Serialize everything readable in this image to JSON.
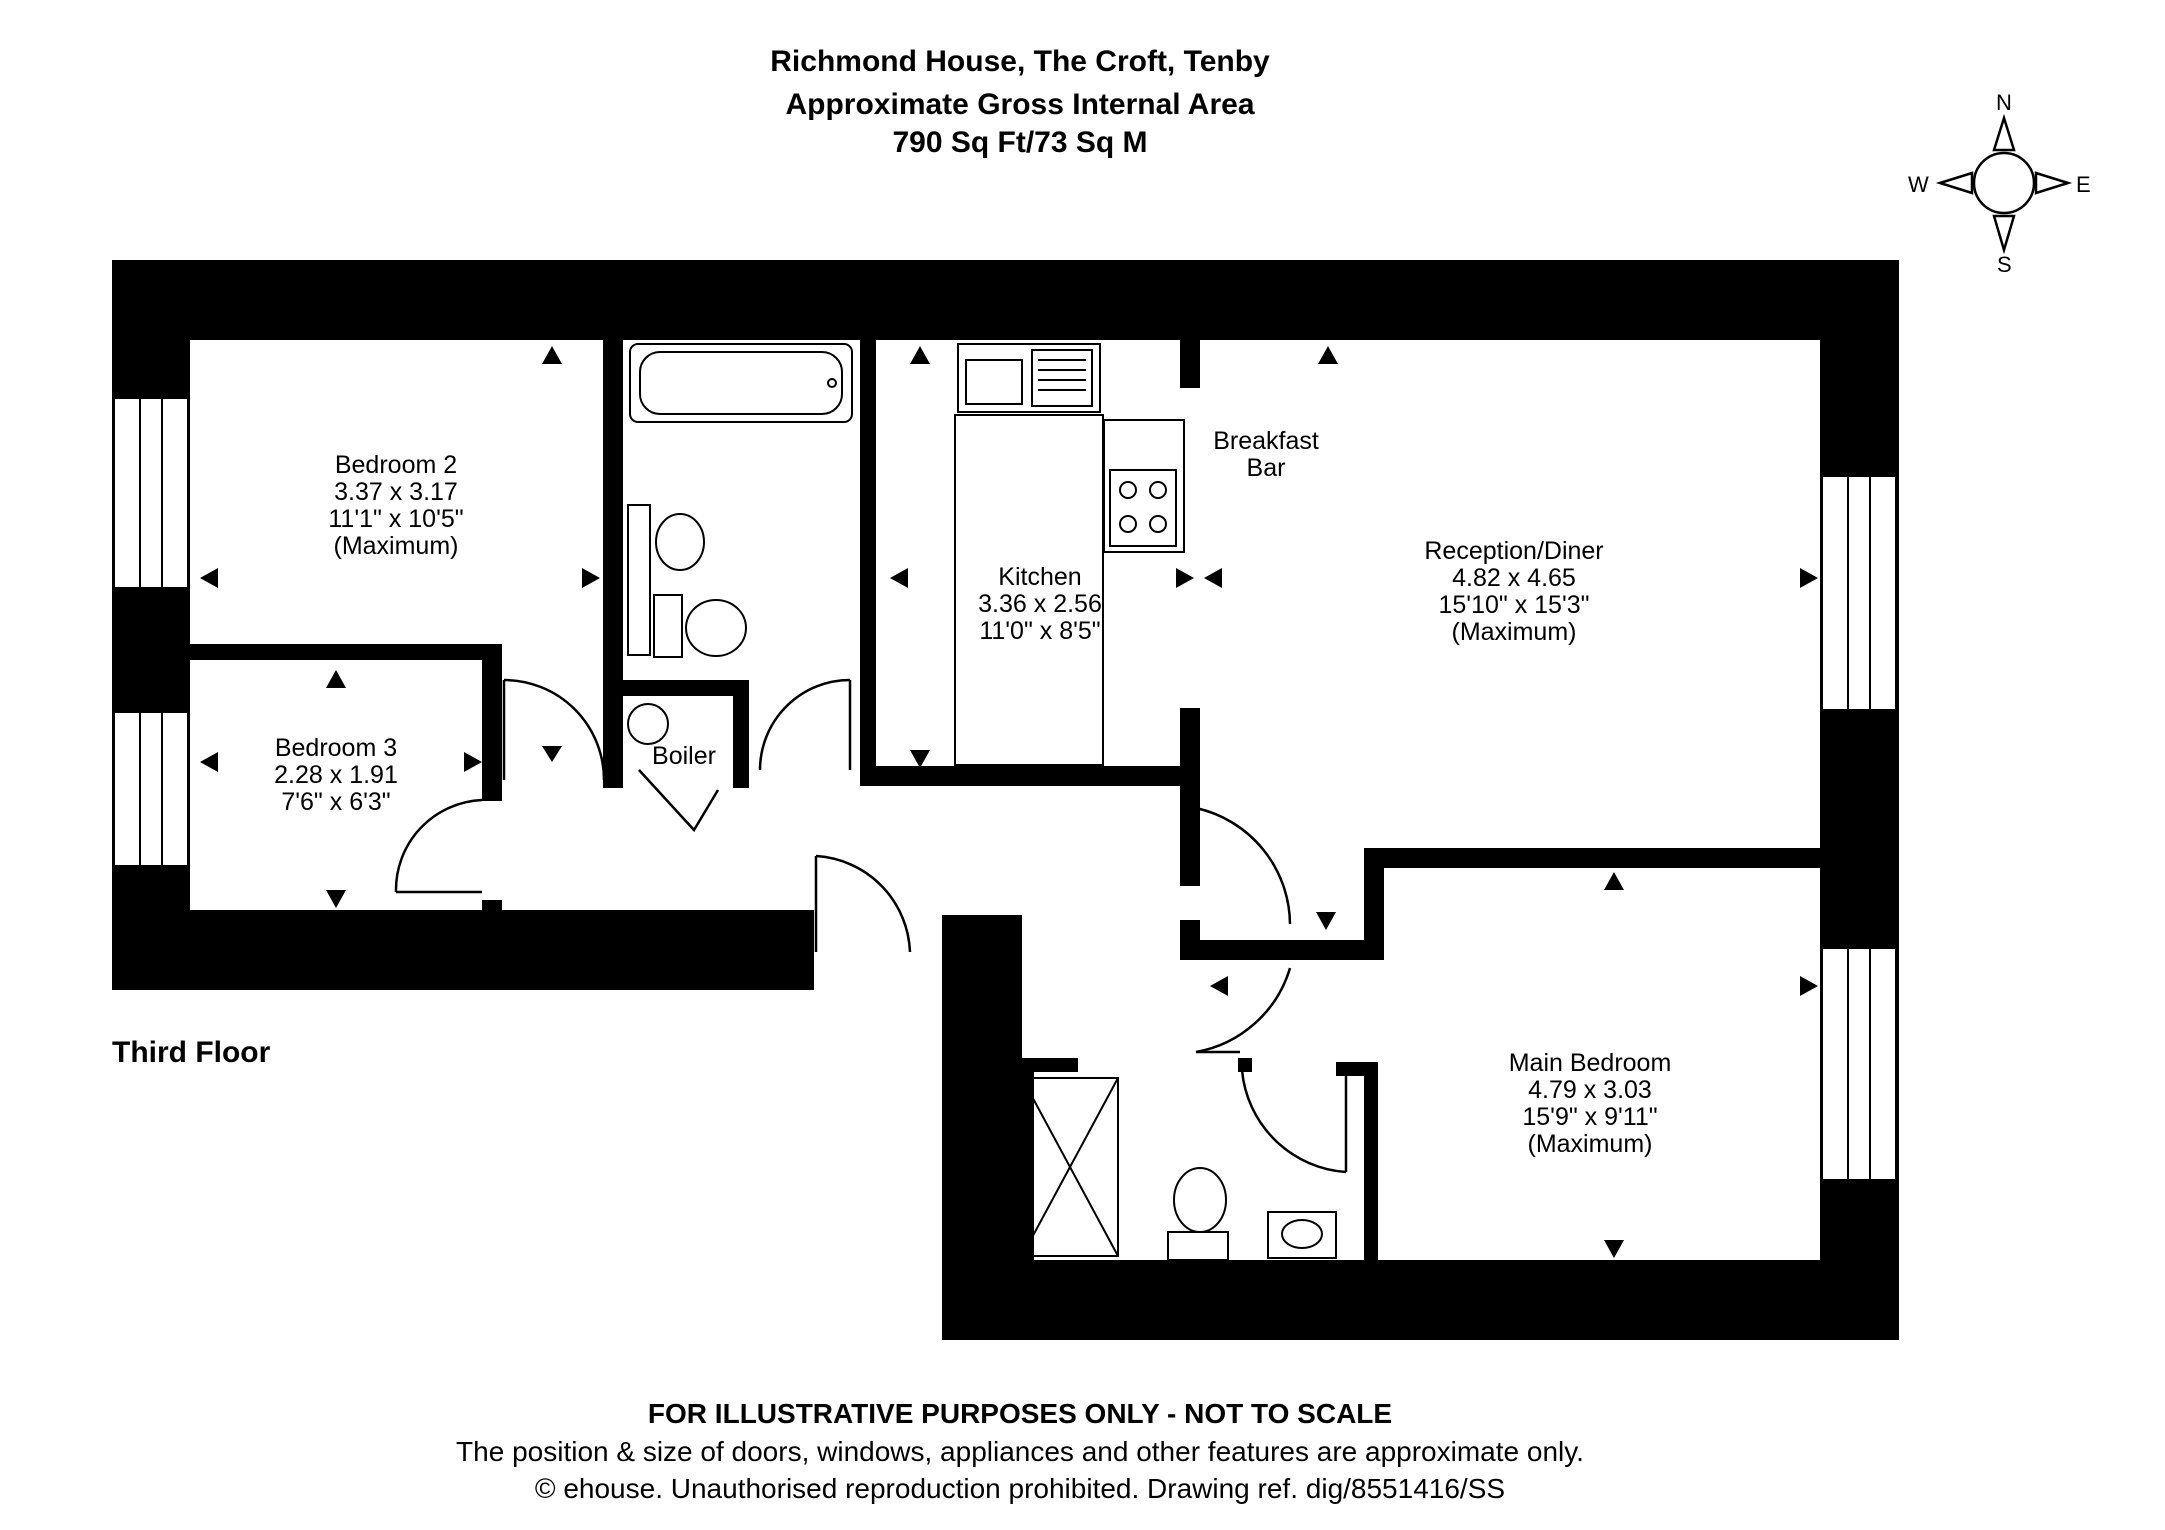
{
  "header": {
    "line1": "Richmond House, The Croft, Tenby",
    "line2": "Approximate Gross Internal Area",
    "line3": "790 Sq Ft/73 Sq M"
  },
  "compass": {
    "n": "N",
    "s": "S",
    "e": "E",
    "w": "W"
  },
  "rooms": {
    "bedroom2": {
      "name": "Bedroom 2",
      "metric": "3.37 x 3.17",
      "imperial": "11'1\" x 10'5\"",
      "note": "(Maximum)"
    },
    "bedroom3": {
      "name": "Bedroom 3",
      "metric": "2.28 x 1.91",
      "imperial": "7'6\" x 6'3\""
    },
    "kitchen": {
      "name": "Kitchen",
      "metric": "3.36 x 2.56",
      "imperial": "11'0\" x 8'5\""
    },
    "reception": {
      "name": "Reception/Diner",
      "metric": "4.82 x 4.65",
      "imperial": "15'10\" x 15'3\"",
      "note": "(Maximum)"
    },
    "main_bedroom": {
      "name": "Main Bedroom",
      "metric": "4.79 x 3.03",
      "imperial": "15'9\" x 9'11\"",
      "note": "(Maximum)"
    }
  },
  "labels": {
    "breakfast_bar_1": "Breakfast",
    "breakfast_bar_2": "Bar",
    "boiler": "Boiler",
    "floor": "Third Floor"
  },
  "footer": {
    "line1": "FOR ILLUSTRATIVE PURPOSES ONLY - NOT TO SCALE",
    "line2": "The position & size of doors, windows, appliances and other features are approximate only.",
    "line3": "© ehouse. Unauthorised reproduction prohibited. Drawing ref. dig/8551416/SS"
  },
  "colors": {
    "wall": "#000000",
    "background": "#ffffff"
  }
}
